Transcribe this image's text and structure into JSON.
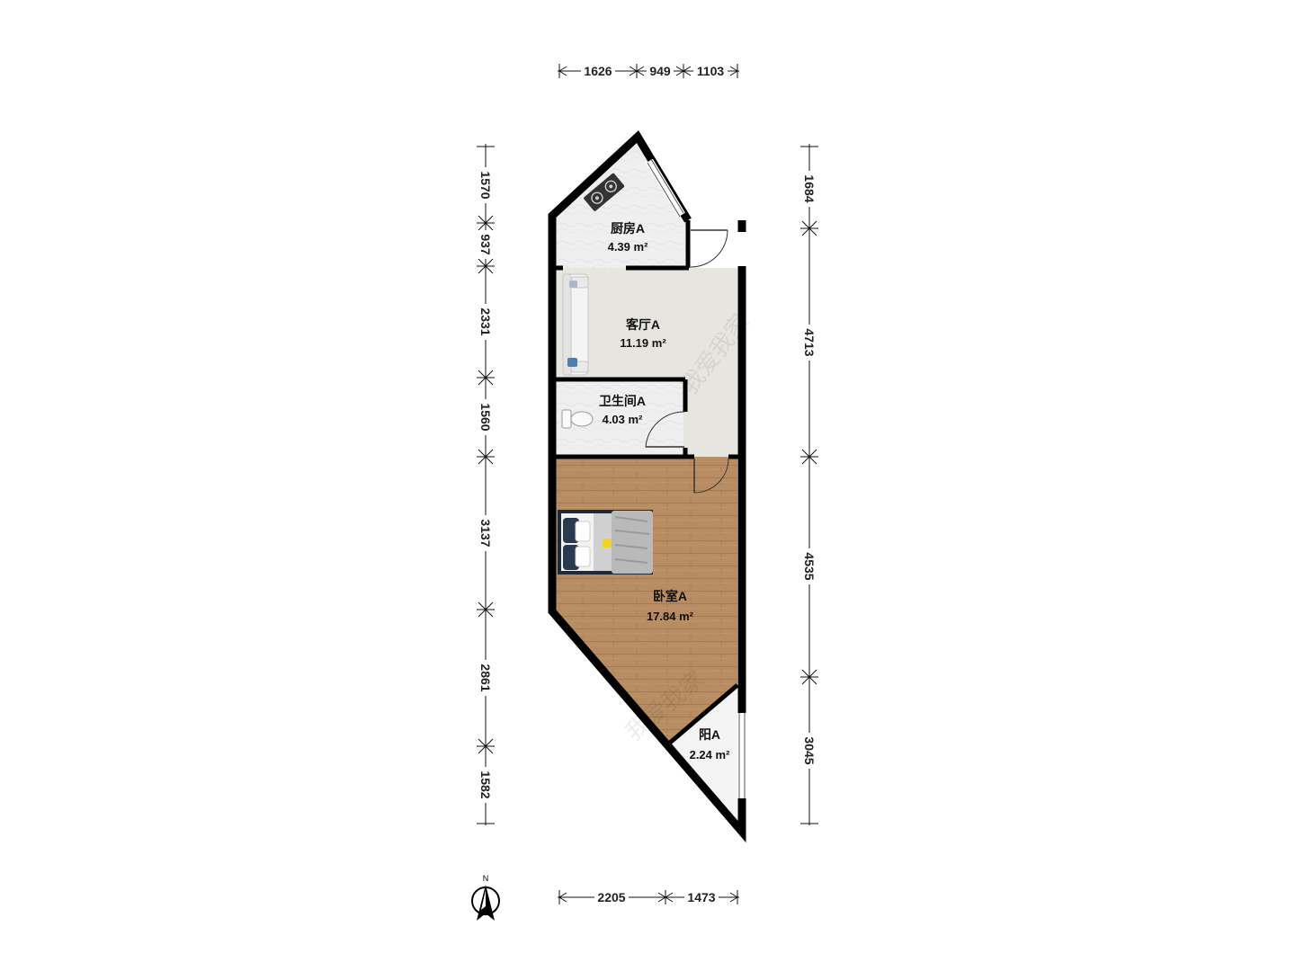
{
  "dimensions": {
    "top": [
      "1626",
      "949",
      "1103"
    ],
    "bottom": [
      "2205",
      "1473"
    ],
    "left": [
      "1570",
      "937",
      "2331",
      "1560",
      "3137",
      "2861",
      "1582"
    ],
    "right": [
      "1684",
      "4713",
      "4535",
      "3045"
    ]
  },
  "rooms": {
    "kitchen": {
      "name": "厨房A",
      "area": "4.39 m²"
    },
    "living": {
      "name": "客厅A",
      "area": "11.19 m²"
    },
    "bathroom": {
      "name": "卫生间A",
      "area": "4.03 m²"
    },
    "bedroom": {
      "name": "卧室A",
      "area": "17.84 m²"
    },
    "balcony": {
      "name": "阳A",
      "area": "2.24 m²"
    }
  },
  "compass": {
    "label": "N"
  },
  "watermark": {
    "text": "我爱我家"
  },
  "colors": {
    "wall": "#000000",
    "floor_wood": "#b88d63",
    "tile": "#eeeeee",
    "living_floor": "#e7e5e0"
  }
}
